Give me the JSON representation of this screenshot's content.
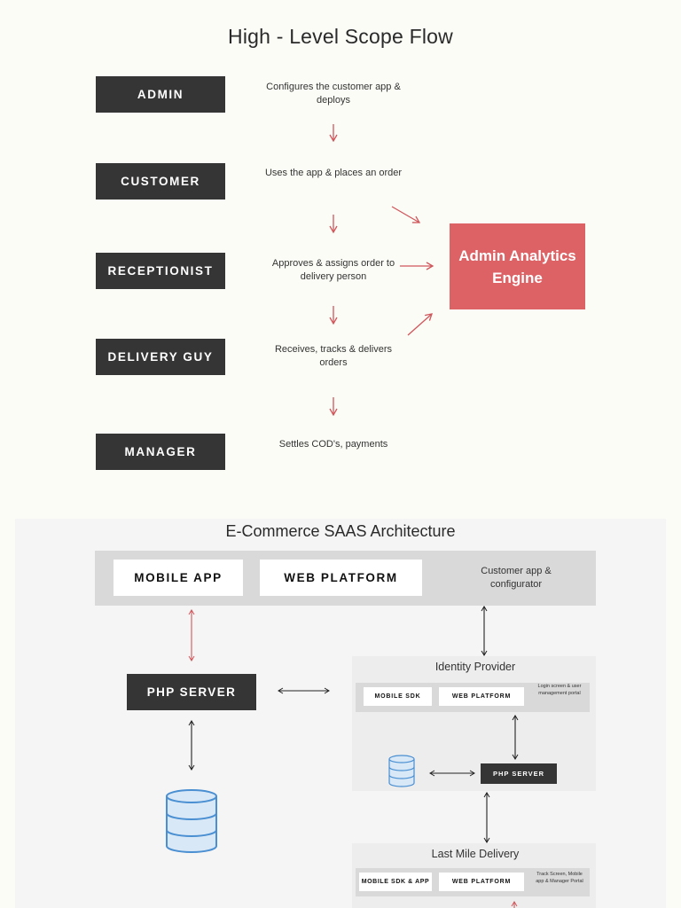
{
  "flow": {
    "title": "High - Level Scope Flow",
    "roles": [
      "ADMIN",
      "CUSTOMER",
      "RECEPTIONIST",
      "DELIVERY GUY",
      "MANAGER"
    ],
    "descriptions": [
      "Configures the customer app & deploys",
      "Uses the app & places an order",
      "Approves & assigns order to delivery person",
      "Receives, tracks & delivers orders",
      "Settles COD's, payments"
    ],
    "engine": "Admin Analytics Engine"
  },
  "architecture": {
    "title": "E-Commerce SAAS Architecture",
    "top_bar": {
      "mobile_app": "MOBILE APP",
      "web_platform": "WEB PLATFORM",
      "note": "Customer app & configurator"
    },
    "php_server": "PHP SERVER",
    "identity_provider": {
      "title": "Identity Provider",
      "mobile_sdk": "MOBILE SDK",
      "web_platform": "WEB PLATFORM",
      "note": "Login screen & user management portal",
      "php_server": "PHP SERVER"
    },
    "last_mile": {
      "title": "Last Mile Delivery",
      "mobile_sdk_app": "MOBILE SDK & APP",
      "web_platform": "WEB PLATFORM",
      "note": "Track Screen, Mobile app & Manager Portal"
    }
  },
  "colors": {
    "dark": "#363535",
    "accent": "#dc6265",
    "arrow_red": "#d0565b",
    "database": "#4a8fd1"
  }
}
